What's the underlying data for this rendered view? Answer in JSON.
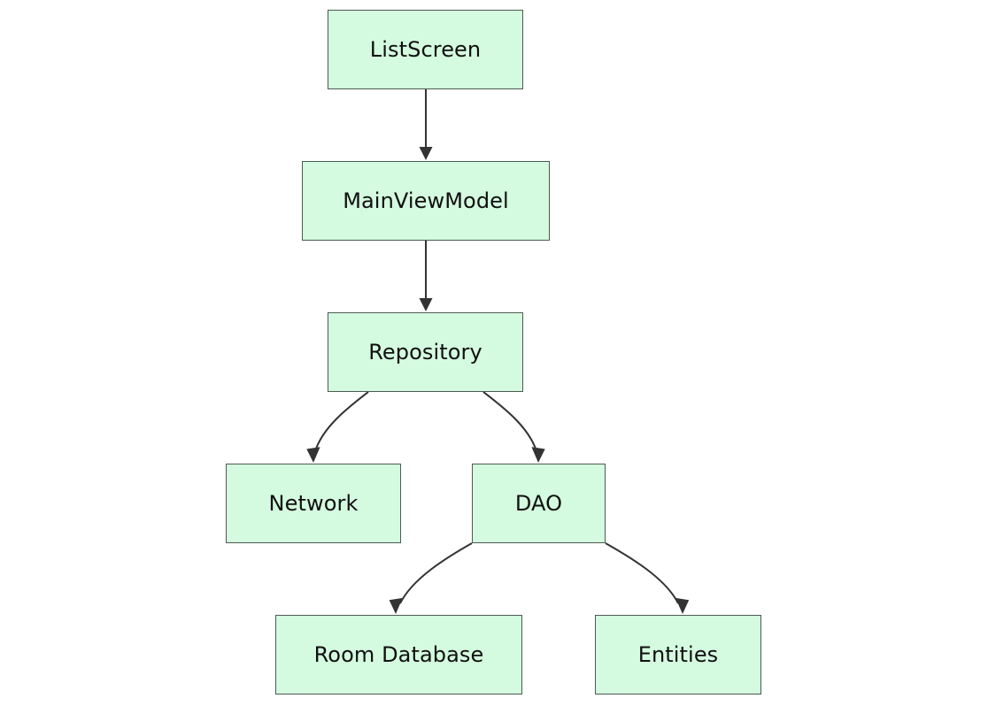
{
  "diagram": {
    "type": "flowchart",
    "direction": "top-down",
    "title": "",
    "background_color": "#ffffff",
    "node_style": {
      "fill_color": "#d4fadf",
      "border_color": "#4d5b52",
      "text_color": "#101010",
      "shape": "rectangle"
    },
    "edge_style": {
      "line_color": "#333333",
      "arrowhead": "filled-triangle"
    },
    "nodes": [
      {
        "id": "listscreen",
        "label": "ListScreen"
      },
      {
        "id": "mainviewmodel",
        "label": "MainViewModel"
      },
      {
        "id": "repository",
        "label": "Repository"
      },
      {
        "id": "network",
        "label": "Network"
      },
      {
        "id": "dao",
        "label": "DAO"
      },
      {
        "id": "roomdatabase",
        "label": "Room Database"
      },
      {
        "id": "entities",
        "label": "Entities"
      }
    ],
    "edges": [
      {
        "from": "listscreen",
        "to": "mainviewmodel",
        "label": "",
        "shape": "straight"
      },
      {
        "from": "mainviewmodel",
        "to": "repository",
        "label": "",
        "shape": "straight"
      },
      {
        "from": "repository",
        "to": "network",
        "label": "",
        "shape": "curved"
      },
      {
        "from": "repository",
        "to": "dao",
        "label": "",
        "shape": "curved"
      },
      {
        "from": "dao",
        "to": "roomdatabase",
        "label": "",
        "shape": "curved"
      },
      {
        "from": "dao",
        "to": "entities",
        "label": "",
        "shape": "curved"
      }
    ]
  }
}
